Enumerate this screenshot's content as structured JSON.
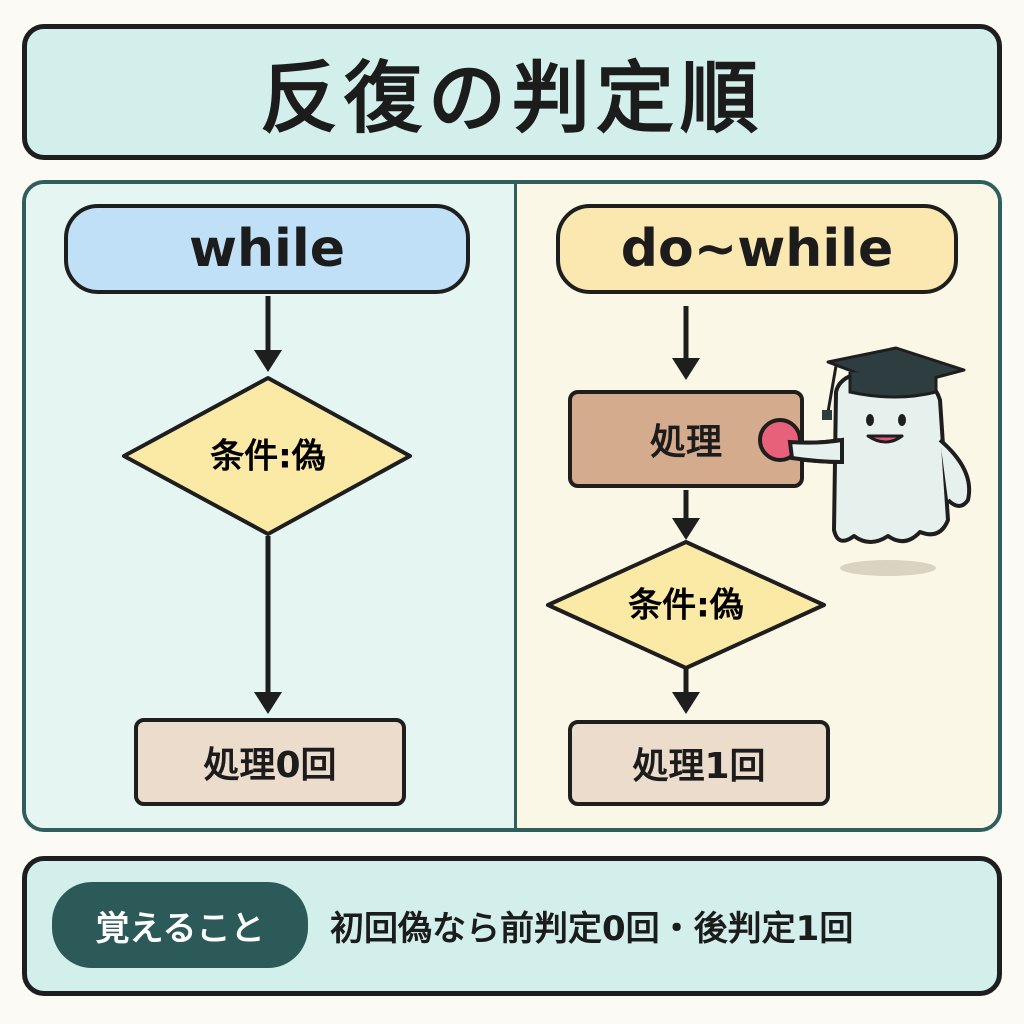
{
  "title": "反復の判定順",
  "left": {
    "heading": "while",
    "condition": "条件:偽",
    "result": "処理0回"
  },
  "right": {
    "heading": "do~while",
    "process": "処理",
    "condition": "条件:偽",
    "result": "処理1回"
  },
  "footer": {
    "badge": "覚えること",
    "text": "初回偽なら前判定0回・後判定1回"
  },
  "colors": {
    "title_bg": "#d2efec",
    "while_header": "#bfe0f7",
    "dowhile_header": "#fbe7b0",
    "diamond_fill": "#fbe9a6",
    "process_fill": "#d4ab8c",
    "result_fill": "#ecdccb",
    "badge_bg": "#2b5a58"
  },
  "icons": [
    "graduation-ghost-mascot-icon"
  ]
}
